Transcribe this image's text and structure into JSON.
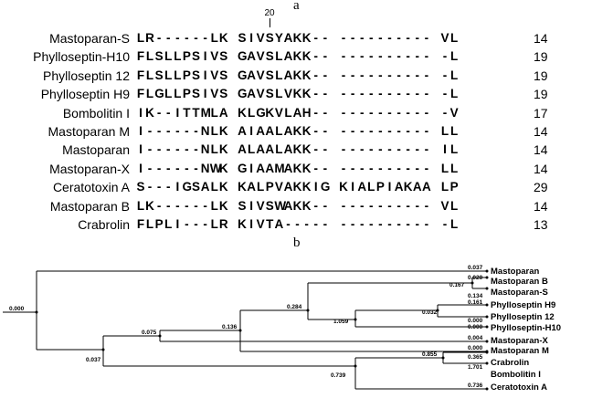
{
  "panel_a": {
    "label": "a",
    "position_marker": "20",
    "rows": [
      {
        "name": "Mastoparan-S",
        "seq": "LR------LK SIVSYAKK-- ---------- VL",
        "len": "14"
      },
      {
        "name": "Phylloseptin-H10",
        "seq": "FLSLLPSIVS GAVSLAKK-- ---------- -L",
        "len": "19"
      },
      {
        "name": "Phylloseptin 12",
        "seq": "FLSLLPSIVS GAVSLAKK-- ---------- -L",
        "len": "19"
      },
      {
        "name": "Phylloseptin H9",
        "seq": "FLGLLPSIVS GAVSLVKK-- ---------- -L",
        "len": "19"
      },
      {
        "name": "Bombolitin I",
        "seq": "IK--ITTMLA KLGKVLAH-- ---------- -V",
        "len": "17"
      },
      {
        "name": "Mastoparan M",
        "seq": "I------NLK AIAALAKK-- ---------- LL",
        "len": "14"
      },
      {
        "name": "Mastoparan",
        "seq": "I------NLK ALAALAKK-- ---------- IL",
        "len": "14"
      },
      {
        "name": "Mastoparan-X",
        "seq": "I------NWK GIAAMAKK-- ---------- LL",
        "len": "14"
      },
      {
        "name": "Ceratotoxin A",
        "seq": "S---IGSALK KALPVAKKIG KIALPIAKAA LP",
        "len": "29"
      },
      {
        "name": "Mastoparan B",
        "seq": "LK------LK SIVSWAKK-- ---------- VL",
        "len": "14"
      },
      {
        "name": "Crabrolin",
        "seq": "FLPLI---LR KIVTA----- ---------- -L",
        "len": "13"
      }
    ]
  },
  "panel_b": {
    "label": "b",
    "leaves": {
      "mastoparan": "Mastoparan",
      "mastoparan_b": "Mastoparan B",
      "mastoparan_s": "Mastoparan-S",
      "phylloseptin_h9": "Phylloseptin H9",
      "phylloseptin_12": "Phylloseptin 12",
      "phylloseptin_h10": "Phylloseptin-H10",
      "mastoparan_x": "Mastoparan-X",
      "mastoparan_m": "Mastoparan M",
      "crabrolin": "Crabrolin",
      "bombolitin_i": "Bombolitin I",
      "ceratotoxin_a": "Ceratotoxin A"
    },
    "branch_lengths": {
      "root": "0.000",
      "b_mastoparan": "0.037",
      "b_mastoparan_b": "0.020",
      "b_mastoparan_b_node": "0.167",
      "b_mastoparan_s": "0.134",
      "b_ph9": "0.161",
      "b_p12": "0.000",
      "b_ph10": "0.000",
      "n_p12h10": "0.032",
      "n_phyllo": "1.059",
      "n_284": "0.284",
      "n_136": "0.136",
      "n_075": "0.075",
      "b_mastoparan_x": "0.004",
      "b_mastoparan_m": "0.000",
      "b_crabrolin": "0.365",
      "b_bombolitin": "1.701",
      "b_ceratotoxin": "0.736",
      "n_855": "0.855",
      "n_739": "0.739",
      "n_037": "0.037"
    }
  }
}
